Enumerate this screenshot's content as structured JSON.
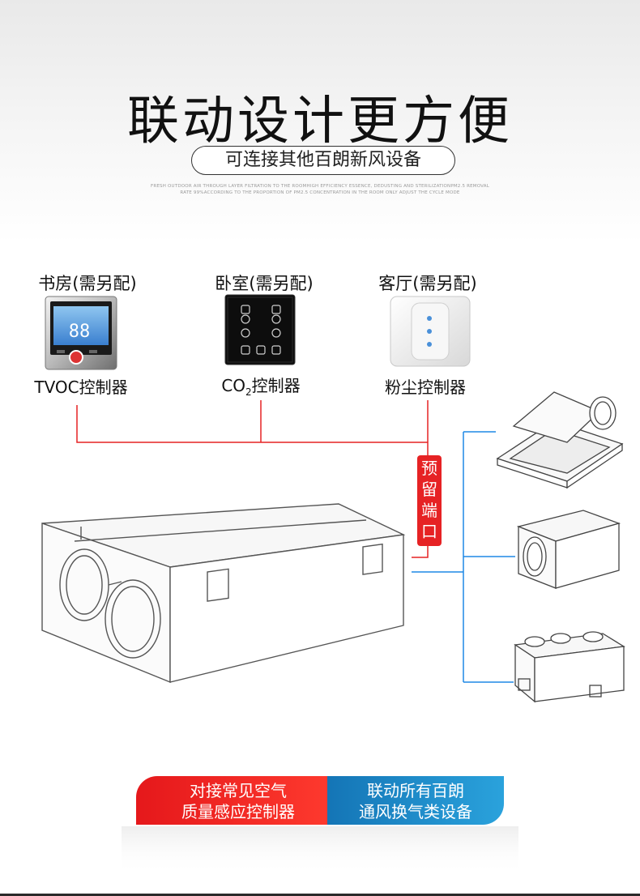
{
  "title": "联动设计更方便",
  "subtitle": "可连接其他百朗新风设备",
  "fine_print": {
    "line1": "FRESH OUTDOOR AIR THROUGH LAYER FILTRATION TO THE ROOMHIGH EFFICIENCY ESSENCE, DEDUSTING AND STERILIZATIONPM2.5 REMOVAL",
    "line2": "RATE 99%ACCORDING TO THE PROPORTION OF PM2.5 CONCENTRATION IN THE ROOM ONLY ADJUST THE CYCLE MODE"
  },
  "controllers": [
    {
      "room": "书房(需另配)",
      "label": "TVOC控制器"
    },
    {
      "room": "卧室(需另配)",
      "label_main": "CO",
      "label_sub": "2",
      "label_rest": "控制器"
    },
    {
      "room": "客厅(需另配)",
      "label": "粉尘控制器"
    }
  ],
  "panel_display": "88",
  "port": [
    "预",
    "留",
    "端",
    "口"
  ],
  "banner": {
    "left_line1": "对接常见空气",
    "left_line2": "质量感应控制器",
    "right_line1": "联动所有百朗",
    "right_line2": "通风换气类设备"
  },
  "colors": {
    "wire_red": "#e62224",
    "wire_blue": "#1e88e5",
    "banner_red": "#e5181b",
    "banner_blue": "#1475b6"
  }
}
